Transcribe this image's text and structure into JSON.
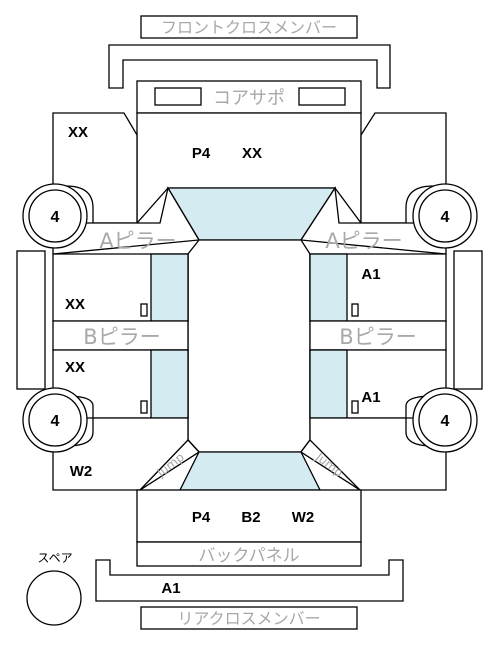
{
  "labels": {
    "front_cross_member": "フロントクロスメンバー",
    "radiator_support": "コアサポ",
    "a_pillar": "Aピラー",
    "b_pillar": "Bピラー",
    "back_panel": "バックパネル",
    "rear_cross_member": "リアクロスメンバー",
    "spare": "スペア",
    "jumo_front_left": "Jump",
    "jumo_front_right": "Jump"
  },
  "codes": {
    "front_left_fender": "XX",
    "hood_left": "P4",
    "hood_right": "XX",
    "front_left_door": "XX",
    "rear_left_door": "XX",
    "front_right_door": "A1",
    "rear_right_door": "A1",
    "rear_left_quarter": "W2",
    "trunk_left": "P4",
    "trunk_center": "B2",
    "trunk_right": "W2",
    "rear_bumper": "A1"
  },
  "tires": {
    "front_left": "4",
    "front_right": "4",
    "rear_left": "4",
    "rear_right": "4"
  },
  "colors": {
    "glass": "#d4ebf2",
    "label_gray": "#a8a8a8",
    "line": "#000000"
  }
}
